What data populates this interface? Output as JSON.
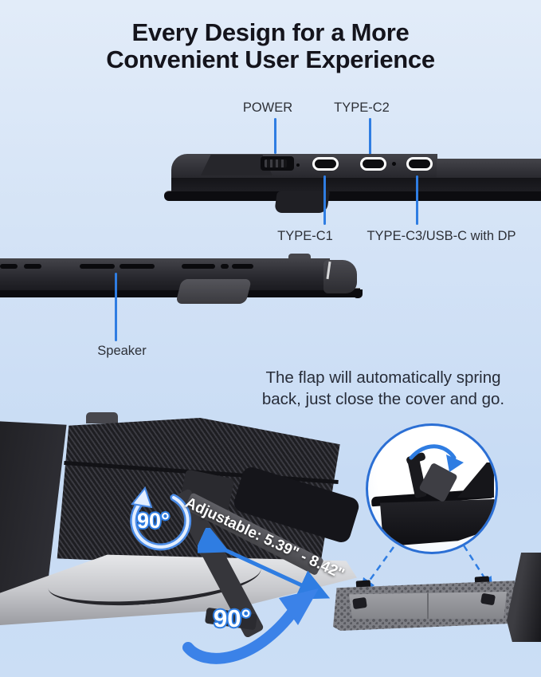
{
  "colors": {
    "background_top": "#e2ecf9",
    "background_bottom": "#c7dbf4",
    "accent_blue": "#2f7de2",
    "title_color": "#14141c",
    "body_text_color": "#272c38",
    "device_dark": "#26262b",
    "silver_base": "#c9cacd"
  },
  "title": {
    "line1": "Every Design for a More",
    "line2": "Convenient User Experience"
  },
  "annotations": {
    "power": "POWER",
    "type_c2": "TYPE-C2",
    "type_c1": "TYPE-C1",
    "type_c3": "TYPE-C3/USB-C with DP",
    "speaker": "Speaker"
  },
  "flap_note": {
    "line1": "The flap will automatically spring",
    "line2": "back, just close the cover and go."
  },
  "stand": {
    "rotate_badge": "90°",
    "adjustable": "Adjustable: 5.39\" - 8.42\"",
    "rotate_bottom": "90°"
  },
  "icons": {
    "rotate_badge_icon": "circular-rotate-arrow",
    "spring_arrow_icon": "curved-spring-arrow",
    "range_arrow_icon": "double-headed-arrow",
    "inset_arrow_icon": "curved-flap-arrow",
    "leader_line_icon": "callout-leader-line"
  }
}
